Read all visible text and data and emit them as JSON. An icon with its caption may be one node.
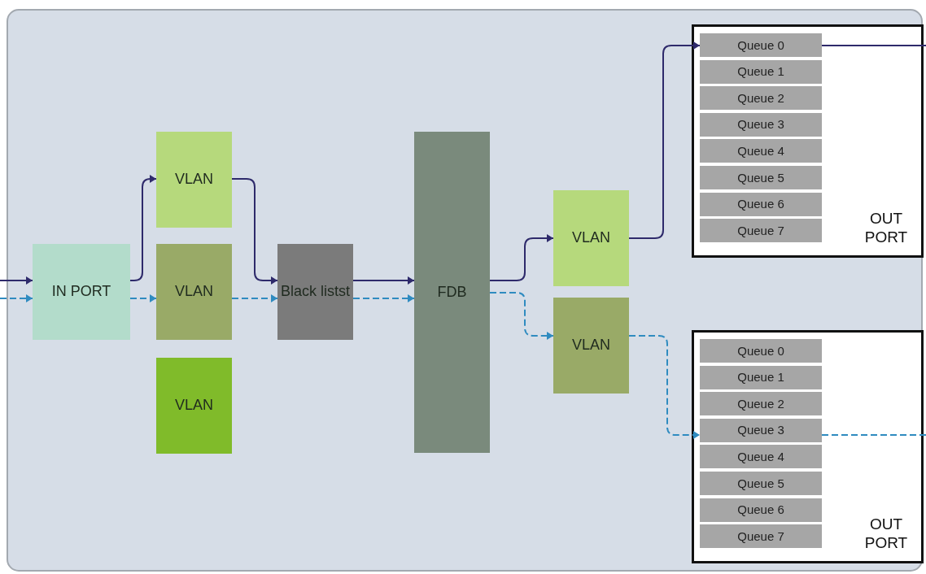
{
  "diagram": {
    "nodes": [
      {
        "text": [
          "IN PORT"
        ]
      },
      {
        "text": [
          "VLAN"
        ]
      },
      {
        "text": [
          "VLAN"
        ]
      },
      {
        "text": [
          "VLAN"
        ]
      },
      {
        "text": [
          "Black listst"
        ]
      },
      {
        "text": [
          "FDB"
        ]
      },
      {
        "text": [
          "VLAN"
        ]
      },
      {
        "text": [
          "VLAN"
        ]
      },
      {
        "text": [
          "OUT PORT"
        ]
      },
      {
        "text": [
          "Queue 0"
        ],
        "in": 8
      },
      {
        "text": [
          "Queue 1"
        ],
        "in": 8
      },
      {
        "text": [
          "Queue 2"
        ],
        "in": 8
      },
      {
        "text": [
          "Queue 3"
        ],
        "in": 8
      },
      {
        "text": [
          "Queue 4"
        ],
        "in": 8
      },
      {
        "text": [
          "Queue 5"
        ],
        "in": 8
      },
      {
        "text": [
          "Queue 6"
        ],
        "in": 8
      },
      {
        "text": [
          "Queue 7"
        ],
        "in": 8
      },
      {
        "text": [
          "OUT PORT"
        ]
      },
      {
        "text": [
          "Queue 0"
        ],
        "in": 17
      },
      {
        "text": [
          "Queue 1"
        ],
        "in": 17
      },
      {
        "text": [
          "Queue 2"
        ],
        "in": 17
      },
      {
        "text": [
          "Queue 3"
        ],
        "in": 17
      },
      {
        "text": [
          "Queue 4"
        ],
        "in": 17
      },
      {
        "text": [
          "Queue 5"
        ],
        "in": 17
      },
      {
        "text": [
          "Queue 6"
        ],
        "in": 17
      },
      {
        "text": [
          "Queue 7"
        ],
        "in": 17
      }
    ],
    "edges": [
      {
        "from": null,
        "to": 0,
        "arrow": "to"
      },
      {
        "from": null,
        "to": 0,
        "arrow": "to",
        "style": "dashed",
        "color": "#2f8bc0"
      },
      {
        "from": 0,
        "to": 1,
        "arrow": "to"
      },
      {
        "from": 0,
        "to": 2,
        "arrow": "to",
        "style": "dashed",
        "color": "#2f8bc0"
      },
      {
        "from": 1,
        "to": 4,
        "arrow": "to"
      },
      {
        "from": 2,
        "to": 4,
        "arrow": "to",
        "style": "dashed",
        "color": "#2f8bc0"
      },
      {
        "from": 4,
        "to": 5,
        "arrow": "to"
      },
      {
        "from": 4,
        "to": 5,
        "arrow": "to",
        "style": "dashed",
        "color": "#2f8bc0"
      },
      {
        "from": 5,
        "to": 6,
        "arrow": "to"
      },
      {
        "from": 5,
        "to": 7,
        "arrow": "to",
        "style": "dashed",
        "color": "#2f8bc0"
      },
      {
        "from": 6,
        "to": 9,
        "arrow": "to"
      },
      {
        "from": 7,
        "to": 21,
        "arrow": "to",
        "style": "dashed",
        "color": "#2f8bc0"
      },
      {
        "from": 9,
        "to": null,
        "arrow": "none"
      },
      {
        "from": 21,
        "to": null,
        "arrow": "none",
        "style": "dashed",
        "color": "#2f8bc0"
      }
    ]
  }
}
